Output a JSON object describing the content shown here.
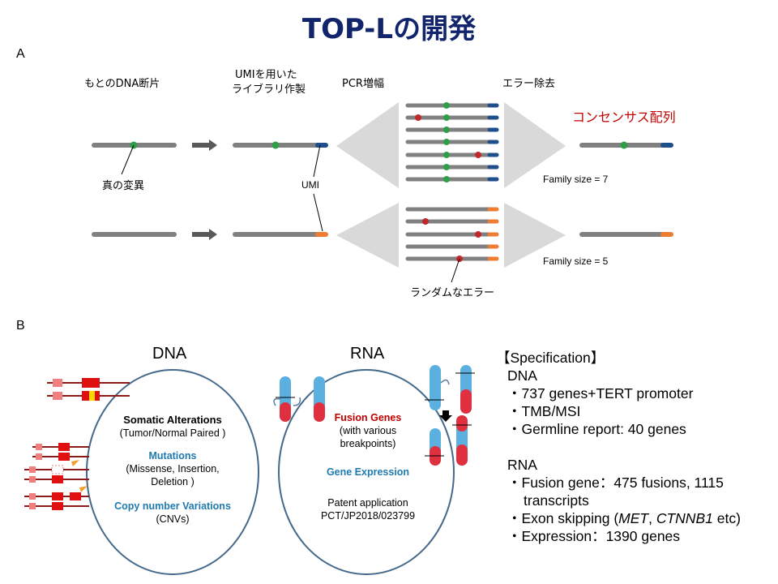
{
  "title": "TOP-Lの開発",
  "section_a": {
    "label": "A",
    "steps": {
      "original": "もとのDNA断片",
      "umi_line1": "UMIを用いた",
      "umi_line2": "ライブラリ作製",
      "pcr": "PCR増幅",
      "error_removal": "エラー除去"
    },
    "true_mutation": "真の変異",
    "umi": "UMI",
    "consensus": "コンセンサス配列",
    "family_size_top": "Family size = 7",
    "family_size_bottom": "Family size = 5",
    "random_error": "ランダムなエラー",
    "colors": {
      "read": "#808080",
      "mutation": "#2e9e48",
      "error": "#c0282c",
      "umi_blue": "#1f4e8c",
      "umi_orange": "#ed7d31",
      "funnel": "#d9d9d9"
    }
  },
  "section_b": {
    "label": "B",
    "dna": {
      "heading": "DNA",
      "somatic_title": "Somatic Alterations",
      "somatic_sub": "(Tumor/Normal  Paired )",
      "mutations_title": "Mutations",
      "mutations_sub1": "(Missense,  Insertion,",
      "mutations_sub2": "Deletion )",
      "cnv_title": "Copy number Variations",
      "cnv_sub": "(CNVs)"
    },
    "rna": {
      "heading": "RNA",
      "fusion_title": "Fusion Genes",
      "fusion_sub1": "(with various",
      "fusion_sub2": "breakpoints)",
      "expression_title": "Gene Expression",
      "patent1": "Patent application",
      "patent2": "PCT/JP2018/023799"
    },
    "spec": {
      "header": "【Specification】",
      "dna_label": "DNA",
      "dna_items": [
        "・737 genes+TERT promoter",
        "・TMB/MSI",
        "・Germline report: 40 genes"
      ],
      "rna_label": "RNA",
      "rna_fusion_1": "・Fusion gene：475 fusions, 1115",
      "rna_fusion_2": "transcripts",
      "rna_exon_prefix": "・Exon skipping (",
      "rna_exon_gene1": "MET",
      "rna_exon_sep": ", ",
      "rna_exon_gene2": "CTNNB1",
      "rna_exon_suffix": " etc)",
      "rna_expression": "・Expression：1390 genes"
    }
  }
}
